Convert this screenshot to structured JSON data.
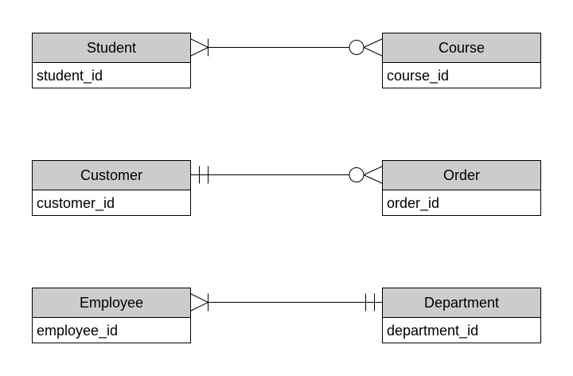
{
  "diagram": {
    "type": "entity-relationship",
    "background_color": "#ffffff",
    "entity_header_fill": "#cccccc",
    "entity_body_fill": "#ffffff",
    "border_color": "#000000",
    "entities": [
      {
        "title": "Student",
        "attributes": [
          "student_id"
        ]
      },
      {
        "title": "Course",
        "attributes": [
          "course_id"
        ]
      },
      {
        "title": "Customer",
        "attributes": [
          "customer_id"
        ]
      },
      {
        "title": "Order",
        "attributes": [
          "order_id"
        ]
      },
      {
        "title": "Employee",
        "attributes": [
          "employee_id"
        ]
      },
      {
        "title": "Department",
        "attributes": [
          "department_id"
        ]
      }
    ],
    "relationships": [
      {
        "from": "Student",
        "to": "Course",
        "from_cardinality": "one-or-many",
        "from_notation": "crow's foot with one bar",
        "to_cardinality": "zero-or-many",
        "to_notation": "circle with crow's foot"
      },
      {
        "from": "Customer",
        "to": "Order",
        "from_cardinality": "exactly-one",
        "from_notation": "double bar",
        "to_cardinality": "zero-or-many",
        "to_notation": "circle with crow's foot"
      },
      {
        "from": "Employee",
        "to": "Department",
        "from_cardinality": "one-or-many",
        "from_notation": "crow's foot with one bar",
        "to_cardinality": "exactly-one",
        "to_notation": "double bar"
      }
    ]
  }
}
